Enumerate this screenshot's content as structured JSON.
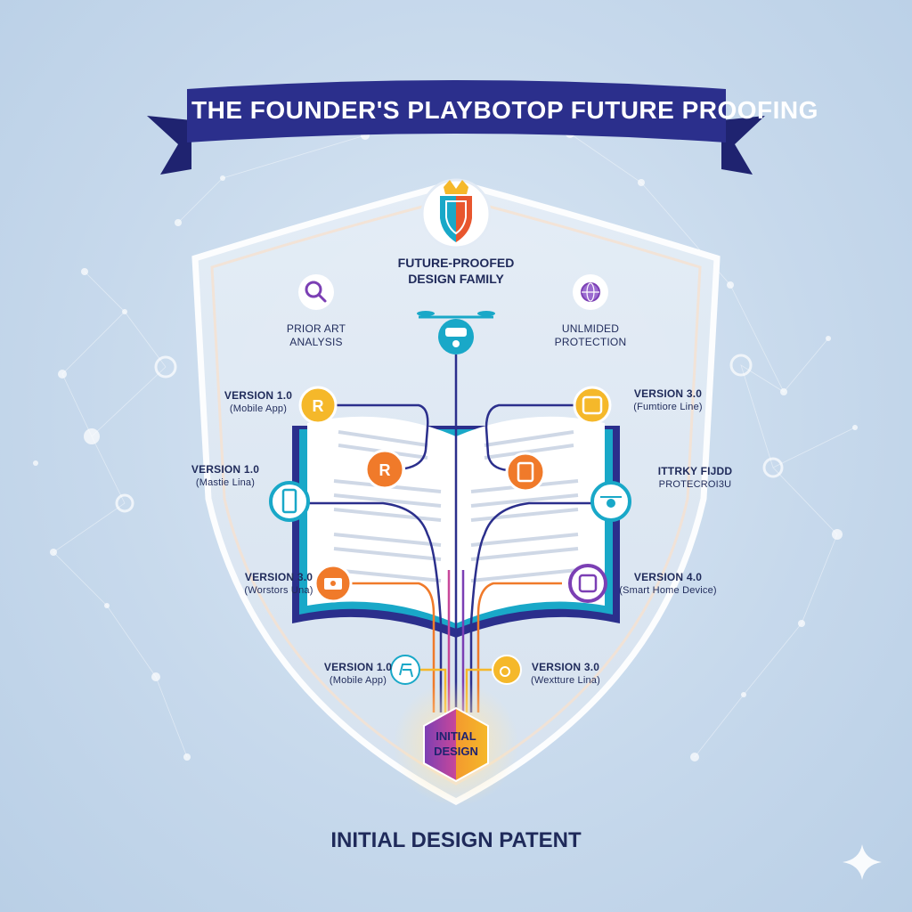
{
  "banner": {
    "title": "THE FOUNDER'S PLAYBOTOP FUTURE PROOFING"
  },
  "top": {
    "line1": "FUTURE-PROOFED",
    "line2": "DESIGN FAMILY"
  },
  "features": {
    "prior_art": {
      "line1": "PRIOR ART",
      "line2": "ANALYSIS"
    },
    "unlimited": {
      "line1": "UNLMIDED",
      "line2": "PROTECTION"
    }
  },
  "versions": {
    "left1": {
      "title": "VERSION 1.0",
      "sub": "(Mobile App)"
    },
    "left2": {
      "title": "VERSION 1.0",
      "sub": "(Mastie Lina)"
    },
    "left3": {
      "title": "VERSION 3.0",
      "sub": "(Worstors Una)"
    },
    "right1": {
      "title": "VERSION 3.0",
      "sub": "(Fumtiore Line)"
    },
    "right2": {
      "title": "ITTRKY FIJDD",
      "sub": "PROTECROI3U"
    },
    "right3": {
      "title": "VERSION 4.0",
      "sub": "(Smart Home Device)"
    },
    "bottom_left": {
      "title": "VERSION 1.0",
      "sub": "(Mobile App)"
    },
    "bottom_right": {
      "title": "VERSION 3.0",
      "sub": "(Wextture Lina)"
    }
  },
  "core": {
    "line1": "INITIAL",
    "line2": "DESIGN"
  },
  "footer": {
    "caption": "INITIAL DESIGN PATENT"
  },
  "colors": {
    "navy": "#2b2f8c",
    "banner_dark": "#1f2370",
    "teal": "#19a8c8",
    "orange": "#f07a2a",
    "yellow": "#f5b82a",
    "purple": "#7b3fb4",
    "magenta": "#c8479a"
  }
}
